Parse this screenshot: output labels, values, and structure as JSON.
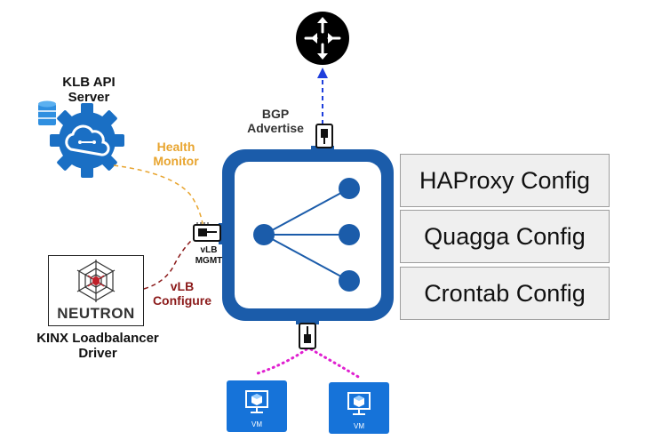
{
  "labels": {
    "klb_api_server": [
      "KLB API",
      "Server"
    ],
    "health_monitor": [
      "Health",
      "Monitor"
    ],
    "bgp_advertise": [
      "BGP",
      "Advertise"
    ],
    "vlb_mgmt": [
      "vLB",
      "MGMT"
    ],
    "vlb_configure": [
      "vLB",
      "Configure"
    ],
    "neutron_logo": "NEUTRON",
    "kinx_driver": [
      "KINX Loadbalancer",
      "Driver"
    ]
  },
  "configs": [
    "HAProxy Config",
    "Quagga Config",
    "Crontab Config"
  ],
  "vms": [
    "VM",
    "VM"
  ],
  "colors": {
    "lb_border": "#1b5caa",
    "health_monitor": "#e8a530",
    "vlb_configure": "#8b1a1a",
    "bgp_arrow": "#1f3fdc",
    "vm_link": "#e020d0",
    "vm_tile": "#1673d9",
    "gear": "#1a6fc4"
  },
  "icons": [
    "router-icon",
    "database-icon",
    "cloud-gear-icon",
    "port-icon",
    "spider-web-icon",
    "vm-monitor-icon"
  ]
}
